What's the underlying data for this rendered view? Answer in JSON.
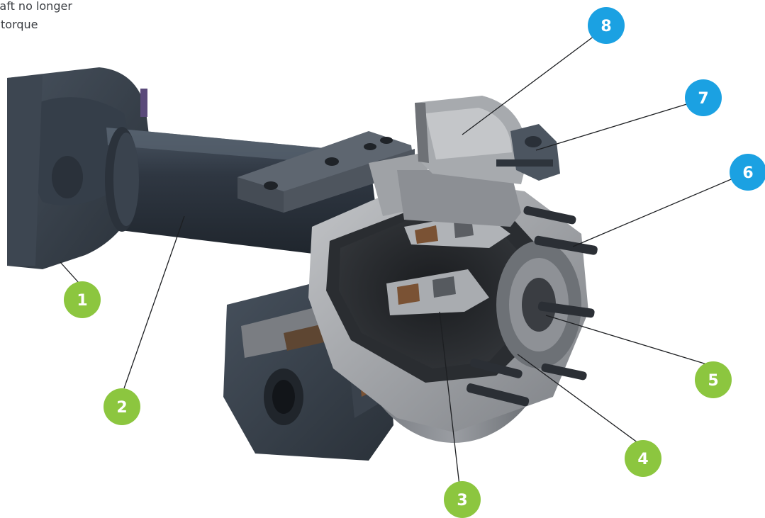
{
  "caption": {
    "line1": "e shaft no longer",
    "line2": "ly torque"
  },
  "callouts": [
    {
      "number": "1",
      "color": "#8cc63f"
    },
    {
      "number": "2",
      "color": "#8cc63f"
    },
    {
      "number": "3",
      "color": "#8cc63f"
    },
    {
      "number": "4",
      "color": "#8cc63f"
    },
    {
      "number": "5",
      "color": "#8cc63f"
    },
    {
      "number": "6",
      "color": "#1ba1e2"
    },
    {
      "number": "7",
      "color": "#1ba1e2"
    },
    {
      "number": "8",
      "color": "#1ba1e2"
    }
  ],
  "colors": {
    "housing": "#3b4450",
    "housing_dark": "#262c34",
    "cut_metal": "#8a8d92",
    "cut_metal_light": "#b8babd",
    "copper": "#7a5234"
  }
}
